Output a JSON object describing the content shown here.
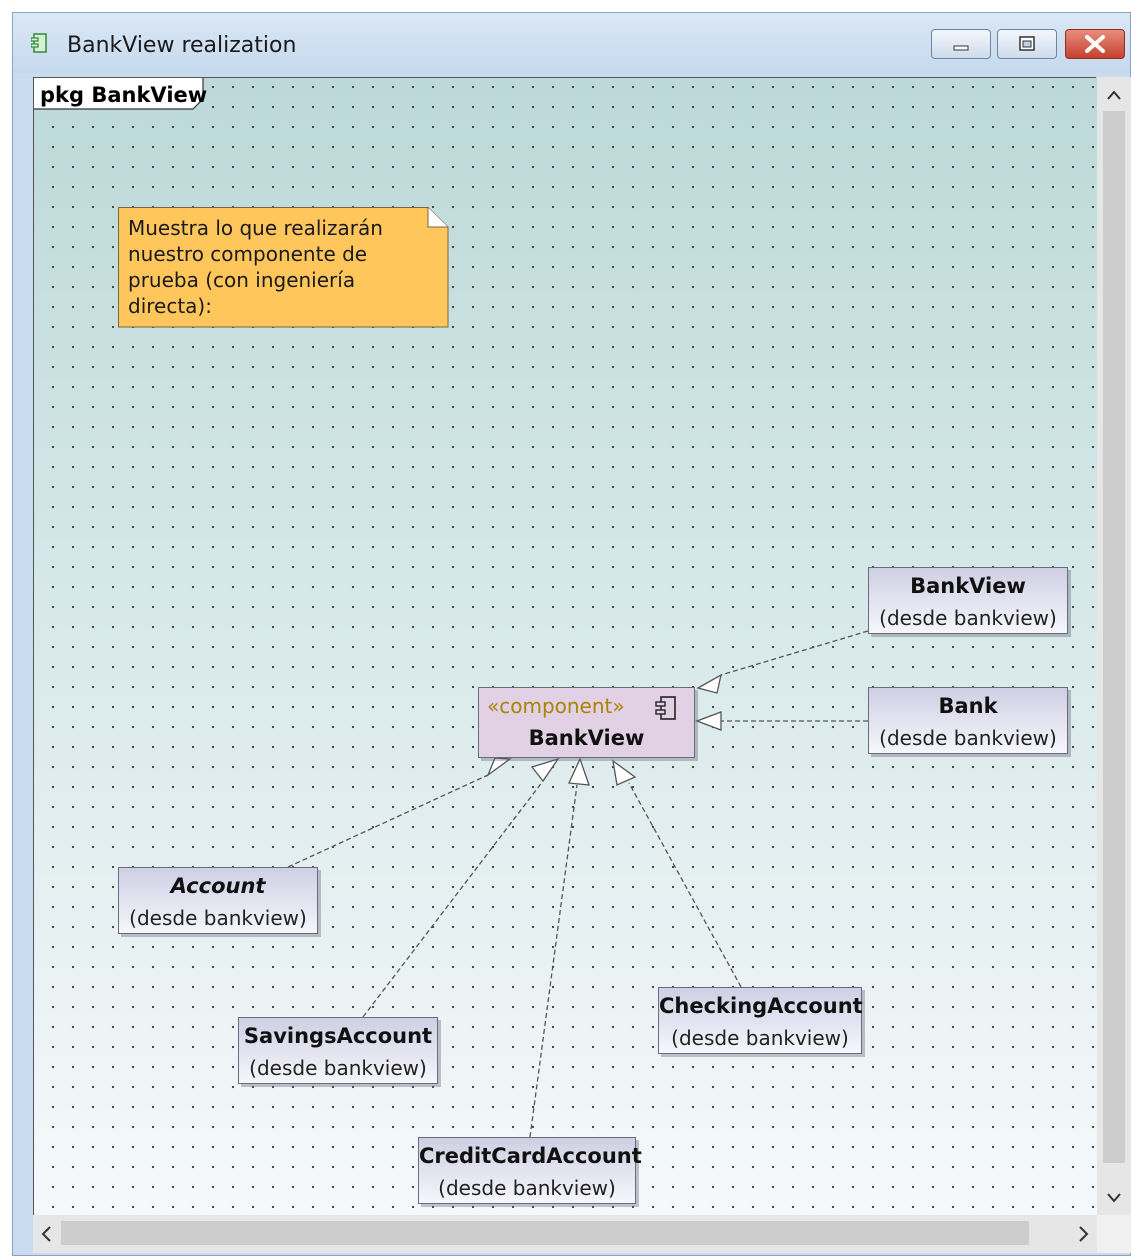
{
  "window": {
    "title": "BankView realization"
  },
  "diagram": {
    "package_label": "pkg BankView",
    "note": "Muestra lo que realizarán nuestro componente de prueba (con ingeniería directa):",
    "component": {
      "stereotype": "«component»",
      "name": "BankView"
    },
    "classes": [
      {
        "name": "BankView",
        "origin": "(desde bankview)"
      },
      {
        "name": "Bank",
        "origin": "(desde bankview)"
      },
      {
        "name": "Account",
        "origin": "(desde bankview)",
        "abstract": true
      },
      {
        "name": "SavingsAccount",
        "origin": "(desde bankview)"
      },
      {
        "name": "CheckingAccount",
        "origin": "(desde bankview)"
      },
      {
        "name": "CreditCardAccount",
        "origin": "(desde bankview)"
      }
    ],
    "relationship": "realization"
  },
  "colors": {
    "note_fill": "#ffc65c",
    "component_fill": "#e2d0e4",
    "stereotype_text": "#a88400",
    "class_fill_top": "#cfcfe4"
  },
  "scrollbars": {
    "up": "^",
    "down": "v",
    "left": "<",
    "right": ">"
  }
}
